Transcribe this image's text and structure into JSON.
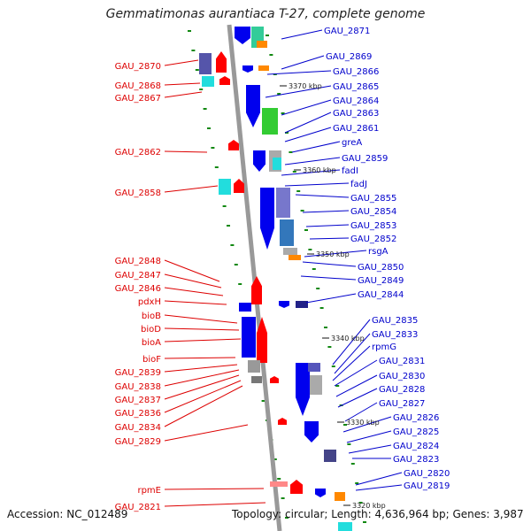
{
  "title": "Gemmatimonas aurantiaca T-27, complete genome",
  "accession": "Accession: NC_012489",
  "stats": "Topology: circular; Length: 4,636,964 bp; Genes: 3,987",
  "colors": {
    "axis": "#999999",
    "red_label": "#dd0000",
    "blue_label": "#0000cc",
    "forward": "#ff0000",
    "reverse": "#0000ee"
  },
  "coords": [
    {
      "label": "3370 kbp",
      "kbp": 3370
    },
    {
      "label": "3360 kbp",
      "kbp": 3360
    },
    {
      "label": "3350 kbp",
      "kbp": 3350
    },
    {
      "label": "3340 kbp",
      "kbp": 3340
    },
    {
      "label": "3330 kbp",
      "kbp": 3330
    },
    {
      "label": "3320 kbp",
      "kbp": 3320
    }
  ],
  "left_genes": [
    "GAU_2870",
    "GAU_2868",
    "GAU_2867",
    "GAU_2862",
    "GAU_2858",
    "GAU_2848",
    "GAU_2847",
    "GAU_2846",
    "pdxH",
    "bioB",
    "bioD",
    "bioA",
    "bioF",
    "GAU_2839",
    "GAU_2838",
    "GAU_2837",
    "GAU_2836",
    "GAU_2834",
    "GAU_2829",
    "rpmE",
    "GAU_2821"
  ],
  "right_genes": [
    "GAU_2871",
    "GAU_2869",
    "GAU_2866",
    "GAU_2865",
    "GAU_2864",
    "GAU_2863",
    "GAU_2861",
    "greA",
    "GAU_2859",
    "fadI",
    "fadJ",
    "GAU_2855",
    "GAU_2854",
    "GAU_2853",
    "GAU_2852",
    "rsgA",
    "GAU_2850",
    "GAU_2849",
    "GAU_2844",
    "GAU_2835",
    "GAU_2833",
    "rpmG",
    "GAU_2831",
    "GAU_2830",
    "GAU_2828",
    "GAU_2827",
    "GAU_2826",
    "GAU_2825",
    "GAU_2824",
    "GAU_2823",
    "GAU_2820",
    "GAU_2819"
  ]
}
